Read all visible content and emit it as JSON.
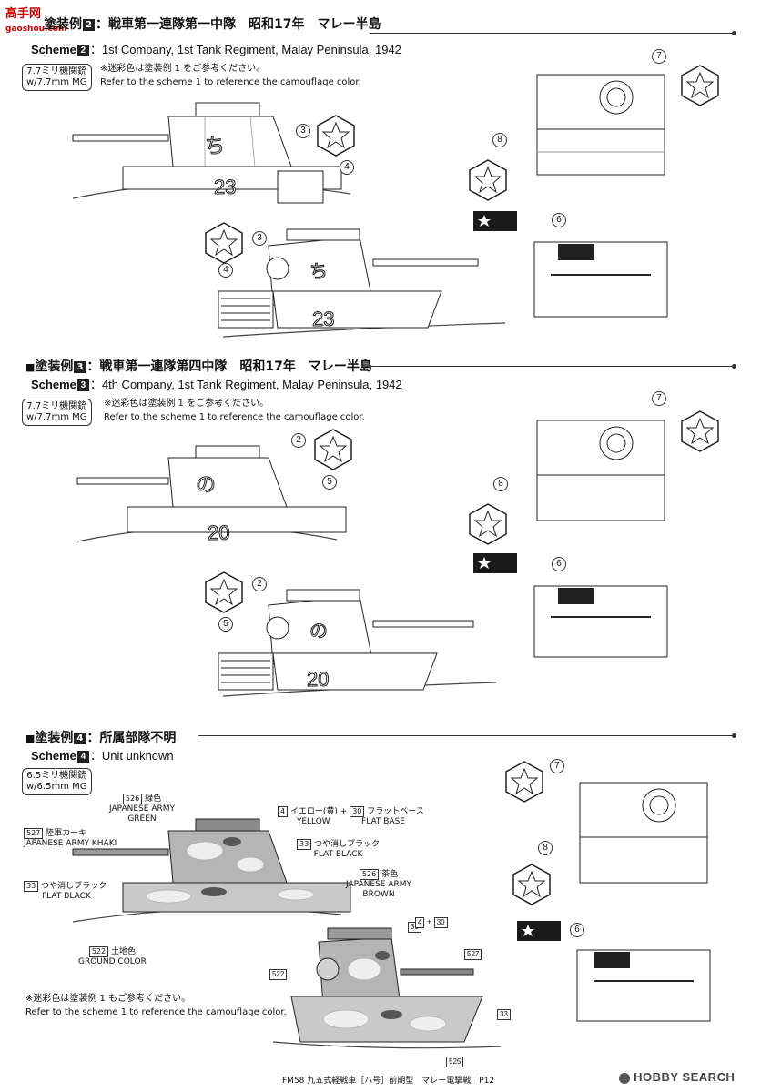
{
  "watermark": {
    "text": "高手网",
    "url": "gaoshou.com"
  },
  "schemes": [
    {
      "title_jp_label": "塗装例",
      "num": "2",
      "title_jp": "：戦車第一連隊第一中隊　昭和17年　マレー半島",
      "title_en_label": "Scheme",
      "title_en": "：1st Company, 1st Tank Regiment, Malay Peninsula, 1942",
      "mg_jp": "7.7ミリ機関銃",
      "mg_en": "w/7.7mm MG",
      "note_jp": "※迷彩色は塗装例 1 をご参考ください。",
      "note_en": "Refer to the scheme 1 to reference the camouflage color.",
      "hull_number": "23",
      "kana": "ち",
      "callouts": [
        "3",
        "4",
        "3",
        "4",
        "7",
        "8",
        "6"
      ]
    },
    {
      "title_jp_label": "塗装例",
      "num": "3",
      "title_jp": "：戦車第一連隊第四中隊　昭和17年　マレー半島",
      "title_en_label": "Scheme",
      "title_en": "：4th Company, 1st Tank Regiment, Malay Peninsula, 1942",
      "mg_jp": "7.7ミリ機関銃",
      "mg_en": "w/7.7mm MG",
      "note_jp": "※迷彩色は塗装例 1 をご参考ください。",
      "note_en": "Refer to the scheme 1 to reference the camouflage color.",
      "hull_number": "20",
      "kana": "の",
      "callouts": [
        "2",
        "5",
        "2",
        "5",
        "7",
        "8",
        "6"
      ]
    },
    {
      "title_jp_label": "塗装例",
      "num": "4",
      "title_jp": "：所属部隊不明",
      "title_en_label": "Scheme",
      "title_en": "：Unit unknown",
      "mg_jp": "6.5ミリ機関銃",
      "mg_en": "w/6.5mm MG",
      "note_jp": "※迷彩色は塗装例 1 もご参考ください。",
      "note_en": "Refer to the scheme 1 to reference the camouflage color.",
      "callouts": [
        "7",
        "8",
        "6"
      ]
    }
  ],
  "paints": {
    "green": {
      "code": "526",
      "jp": "緑色",
      "en1": "JAPANESE ARMY",
      "en2": "GREEN"
    },
    "khaki": {
      "code": "527",
      "jp": "陸軍カーキ",
      "en1": "JAPANESE ARMY KHAKI"
    },
    "flatblack_left": {
      "code": "33",
      "jp": "つや消しブラック",
      "en1": "FLAT BLACK"
    },
    "ground": {
      "code": "522",
      "jp": "土地色",
      "en1": "GROUND COLOR"
    },
    "yellow": {
      "code": "4",
      "plus": "+",
      "code2": "30",
      "jp": "イエロー(黄)",
      "jp2": "フラットベース",
      "en1": "YELLOW",
      "en2": "FLAT BASE"
    },
    "flatblack_right": {
      "code": "33",
      "jp": "つや消しブラック",
      "en1": "FLAT BLACK"
    },
    "brown": {
      "code": "526",
      "jp": "茶色",
      "en1": "JAPANESE ARMY",
      "en2": "BROWN"
    },
    "small_codes": [
      "33",
      "4",
      "30",
      "527",
      "522",
      "33",
      "525"
    ]
  },
  "footer": {
    "text": "FM58 九五式軽戦車［ハ号］前期型　マレー電撃戦　P12",
    "logo": "HOBBY SEARCH"
  }
}
